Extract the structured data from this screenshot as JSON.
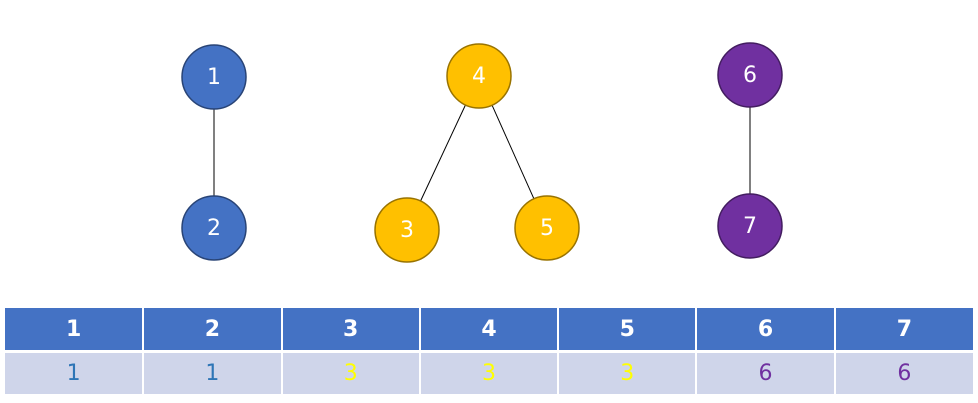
{
  "colors": {
    "blue": "#4472c4",
    "yellow": "#ffc000",
    "purple": "#7030a0",
    "edge": "#000000",
    "header_bg": "#4472c4",
    "row_bg": "#cfd5ea",
    "value_blue": "#2e75b6",
    "value_yellow": "#ffff00",
    "value_purple": "#7030a0"
  },
  "nodes": [
    {
      "id": "1",
      "label": "1",
      "group": "blue"
    },
    {
      "id": "2",
      "label": "2",
      "group": "blue"
    },
    {
      "id": "3",
      "label": "3",
      "group": "yellow"
    },
    {
      "id": "4",
      "label": "4",
      "group": "yellow"
    },
    {
      "id": "5",
      "label": "5",
      "group": "yellow"
    },
    {
      "id": "6",
      "label": "6",
      "group": "purple"
    },
    {
      "id": "7",
      "label": "7",
      "group": "purple"
    }
  ],
  "edges": [
    {
      "from": "1",
      "to": "2"
    },
    {
      "from": "4",
      "to": "3"
    },
    {
      "from": "4",
      "to": "5"
    },
    {
      "from": "6",
      "to": "7"
    }
  ],
  "table": {
    "headers": [
      "1",
      "2",
      "3",
      "4",
      "5",
      "6",
      "7"
    ],
    "values": [
      {
        "text": "1",
        "group": "blue"
      },
      {
        "text": "1",
        "group": "blue"
      },
      {
        "text": "3",
        "group": "yellow"
      },
      {
        "text": "3",
        "group": "yellow"
      },
      {
        "text": "3",
        "group": "yellow"
      },
      {
        "text": "6",
        "group": "purple"
      },
      {
        "text": "6",
        "group": "purple"
      }
    ]
  }
}
